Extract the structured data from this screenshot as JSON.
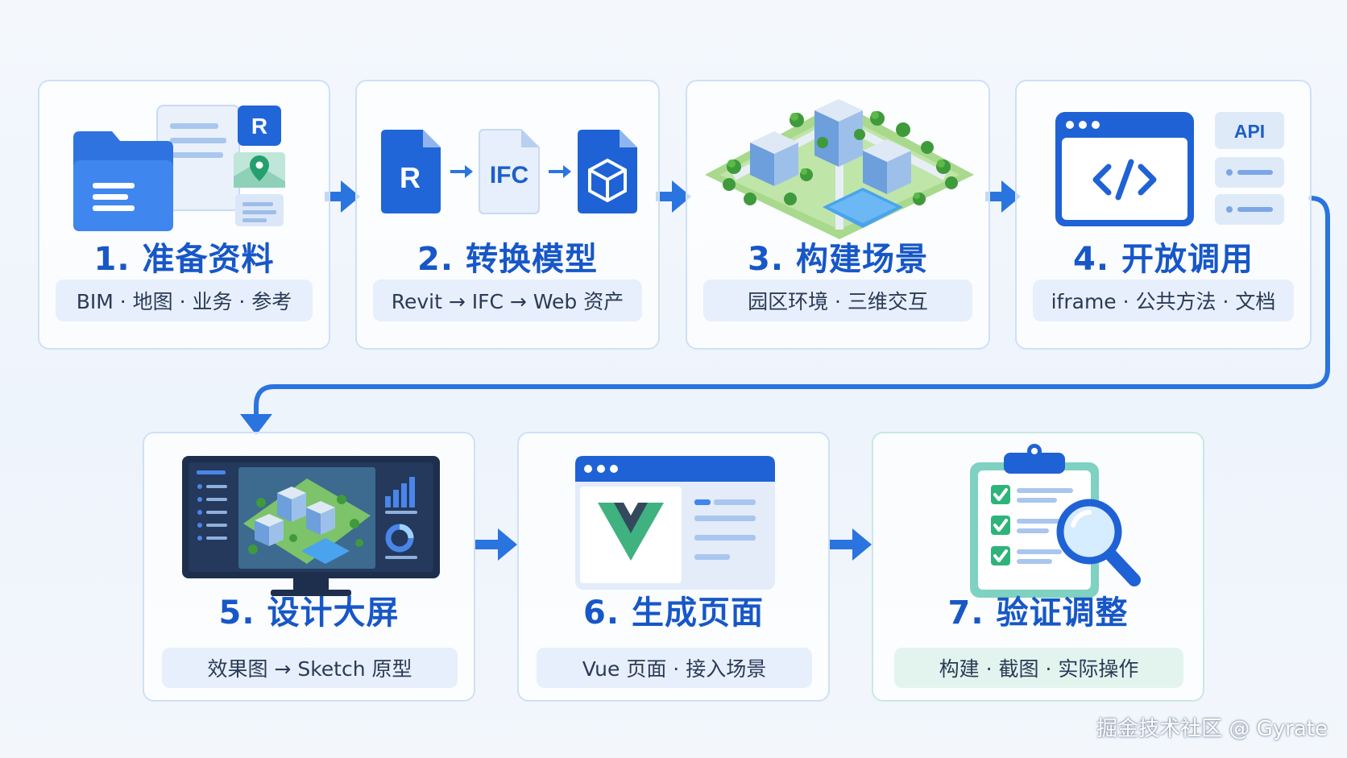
{
  "steps": [
    {
      "title": "1. 准备资料",
      "subtitle": "BIM · 地图 · 业务 · 参考",
      "icon_label": "R"
    },
    {
      "title": "2. 转换模型",
      "subtitle": "Revit → IFC → Web 资产",
      "icon_label": "R",
      "icon_label_2": "IFC"
    },
    {
      "title": "3. 构建场景",
      "subtitle": "园区环境 · 三维交互"
    },
    {
      "title": "4. 开放调用",
      "subtitle": "iframe · 公共方法 · 文档",
      "icon_label": "API"
    },
    {
      "title": "5. 设计大屏",
      "subtitle": "效果图 → Sketch 原型"
    },
    {
      "title": "6. 生成页面",
      "subtitle": "Vue 页面 · 接入场景"
    },
    {
      "title": "7. 验证调整",
      "subtitle": "构建 · 截图 · 实际操作"
    }
  ],
  "icons": {
    "step1": [
      "folder-icon",
      "document-icon",
      "revit-icon",
      "map-pin-icon",
      "list-card-icon"
    ],
    "step2": [
      "revit-file-icon",
      "ifc-file-icon",
      "cube-file-icon"
    ],
    "step3": [
      "isometric-campus-icon"
    ],
    "step4": [
      "browser-code-icon",
      "api-list-icon"
    ],
    "step5": [
      "dashboard-monitor-icon"
    ],
    "step6": [
      "vue-browser-icon"
    ],
    "step7": [
      "clipboard-checklist-icon",
      "magnifier-icon"
    ]
  },
  "colors": {
    "primary": "#1a63d8",
    "title": "#1757c7",
    "card_border": "#cfe0f5",
    "teal": "#7fd1c2"
  },
  "watermark": "掘金技术社区 @ Gyrate"
}
